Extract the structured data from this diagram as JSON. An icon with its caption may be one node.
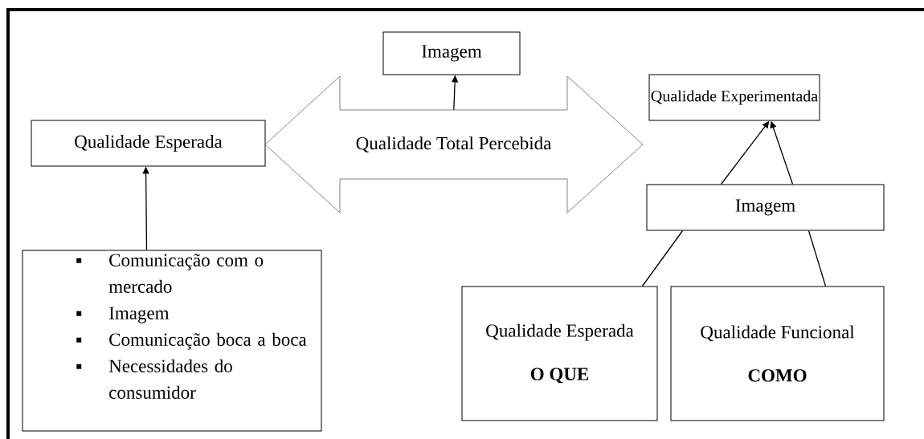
{
  "diagram": {
    "nodes": [
      {
        "text": [
          "Imagem"
        ]
      },
      {
        "text": [
          "Qualidade Experimentada"
        ]
      },
      {
        "text": [
          "Qualidade Esperada"
        ]
      },
      {
        "text": [
          "Qualidade Total Percebida"
        ]
      },
      {
        "text": [
          "Imagem"
        ]
      },
      {
        "text": [
          "Comunicação com o mercado",
          "Imagem",
          "Comunicação boca a boca",
          "Necessidades do consumidor"
        ]
      },
      {
        "text": [
          "Qualidade Esperada",
          "O QUE"
        ]
      },
      {
        "text": [
          "Qualidade Funcional",
          "COMO"
        ]
      }
    ],
    "edges": [
      {
        "from": 3,
        "to": 0,
        "arrow": "to"
      },
      {
        "from": 5,
        "to": 2,
        "arrow": "to"
      },
      {
        "from": 6,
        "to": 4,
        "arrow": "none"
      },
      {
        "from": 4,
        "to": 1,
        "arrow": "to"
      },
      {
        "from": 7,
        "to": 4,
        "arrow": "none"
      },
      {
        "from": 4,
        "to": 1,
        "arrow": "to"
      }
    ]
  }
}
